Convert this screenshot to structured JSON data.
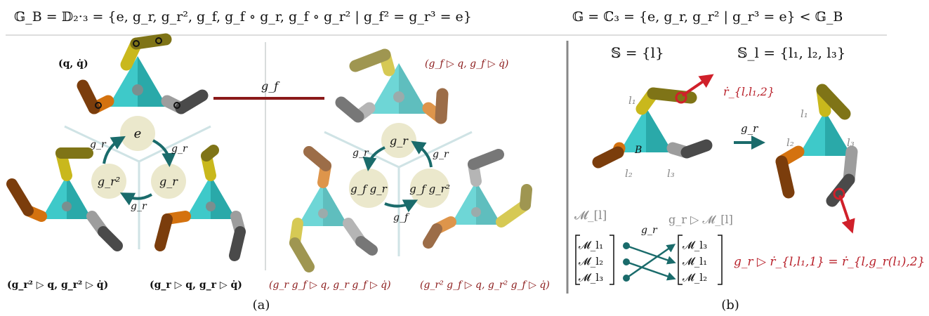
{
  "header": {
    "left_formula": "𝔾_B = 𝔻₂·₃ = {e, g_r, g_r², g_f, g_f ∘ g_r, g_f ∘ g_r² | g_f² = g_r³ = e}",
    "right_formula": "𝔾 = ℂ₃ = {e, g_r, g_r² | g_r³ = e} < 𝔾_B"
  },
  "panel_a": {
    "caption": "(a)",
    "label_identity_state": "(q, q̇)",
    "label_top_right_state": "(g_f ▷ q, g_f ▷ q̇)",
    "label_bottom_left_state": "(g_r² ▷ q, g_r² ▷ q̇)",
    "label_bottom_mid_state": "(g_r ▷ q, g_r ▷ q̇)",
    "label_bottom_mid_right_state": "(g_r g_f ▷ q, g_r g_f ▷ q̇)",
    "label_bottom_right_state": "(g_r² g_f ▷ q, g_r² g_f ▷ q̇)",
    "reflection_label": "g_f",
    "left_cycle": {
      "node_top": "e",
      "node_right": "g_r",
      "node_left": "g_r²",
      "arrow_labels": [
        "g_r",
        "g_r",
        "g_r"
      ]
    },
    "right_cycle": {
      "node_top": "g_r",
      "node_left": "g_f g_r",
      "node_right": "g_f g_r²",
      "arrow_labels": [
        "g_r",
        "g_r",
        "g_f"
      ]
    }
  },
  "panel_b": {
    "caption": "(b)",
    "set_S": "𝕊 = {l}",
    "set_Sl": "𝕊_l = {l₁, l₂, l₃}",
    "base_label": "B",
    "leg_labels_left": [
      "l₁",
      "l₂",
      "l₃"
    ],
    "leg_labels_right": [
      "l₁",
      "l₂",
      "l₃"
    ],
    "velocity_label": "ṙ_{l,l₁,2}",
    "action_label": "g_r",
    "perm_left_title": "𝓜_[l]",
    "perm_right_title": "g_r ▷ 𝓜_[l]",
    "perm_arrow_label": "g_r",
    "matrix_left": [
      "𝓜_l₁",
      "𝓜_l₂",
      "𝓜_l₃"
    ],
    "matrix_right": [
      "𝓜_l₃",
      "𝓜_l₁",
      "𝓜_l₂"
    ],
    "equation": "g_r ▷ ṙ_{l,l₁,1} = ṙ_{l,g_r(l₁),2}"
  },
  "colors": {
    "body_teal": "#3ec9c9",
    "body_teal_dark": "#2aa9a9",
    "leg_yellow": "#c9b81c",
    "leg_olive": "#7f7417",
    "leg_orange": "#d4720f",
    "leg_brown": "#7b3d0c",
    "leg_grey": "#9d9d9d",
    "leg_dark": "#4a4a4a",
    "accent_red": "#8b1a1a",
    "arrow_teal": "#1a6b6b",
    "node_fill": "#ebe8cc"
  }
}
